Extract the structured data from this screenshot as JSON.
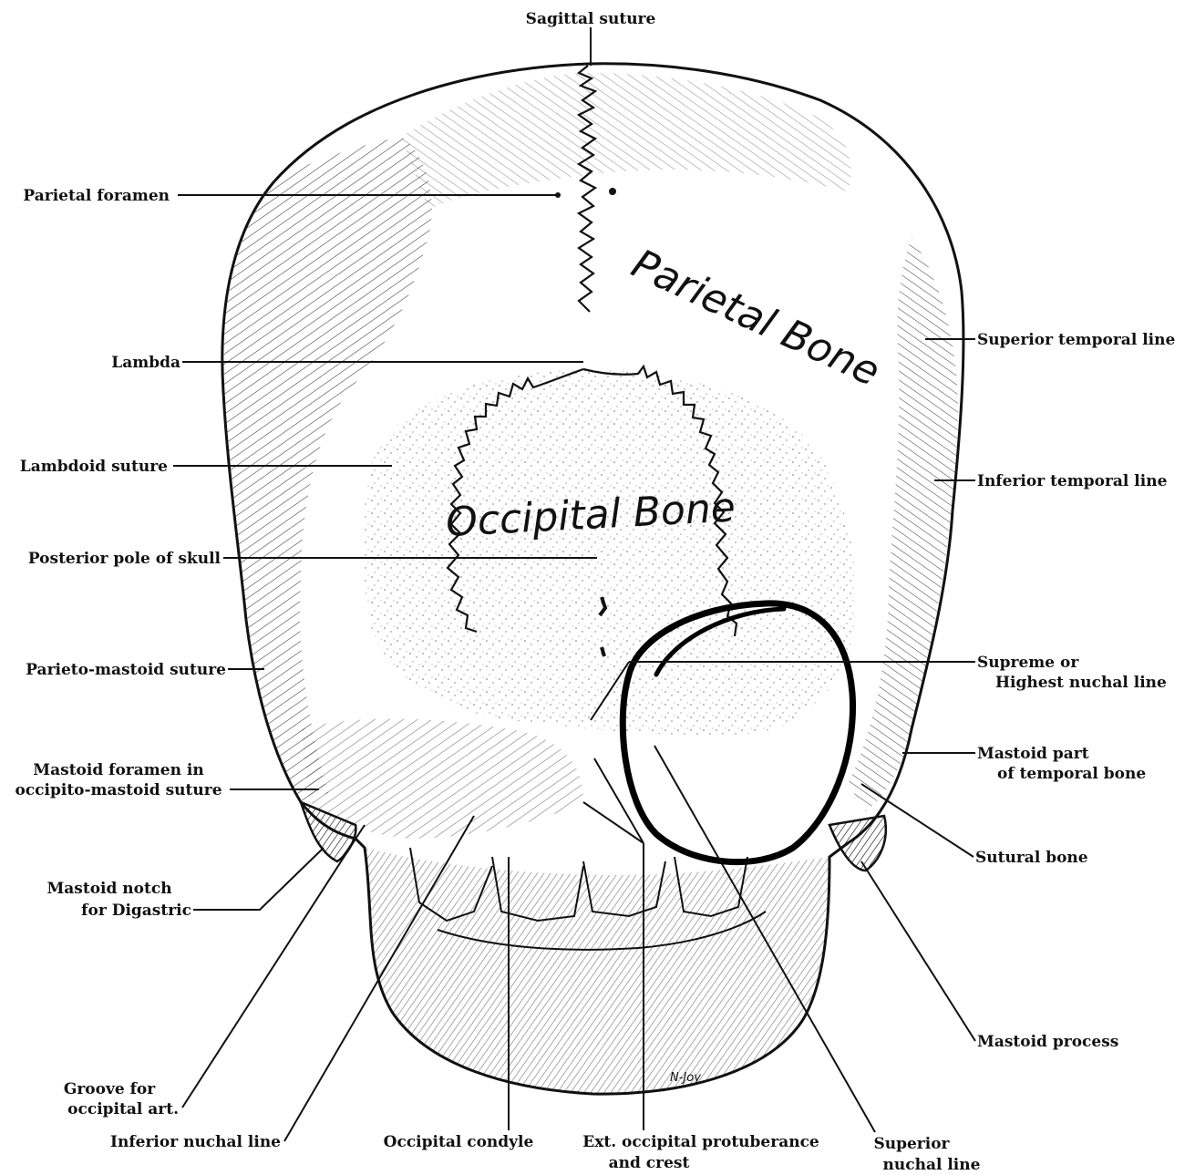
{
  "bone_labels": {
    "parietal": "Parietal Bone",
    "occipital": "Occipital Bone"
  },
  "signature": "N-Joy",
  "labels": {
    "sagittal_suture": "Sagittal suture",
    "parietal_foramen": "Parietal foramen",
    "lambda": "Lambda",
    "lambdoid_suture": "Lambdoid suture",
    "posterior_pole": "Posterior pole of skull",
    "parieto_mastoid_suture": "Parieto-mastoid suture",
    "mastoid_foramen_1": "Mastoid foramen in",
    "mastoid_foramen_2": "occipito-mastoid suture",
    "mastoid_notch_1": "Mastoid notch",
    "mastoid_notch_2": "for Digastric",
    "groove_1": "Groove for",
    "groove_2": "occipital art.",
    "inferior_nuchal": "Inferior nuchal line",
    "occipital_condyle": "Occipital condyle",
    "ext_occ_1": "Ext. occipital protuberance",
    "ext_occ_2": "and crest",
    "superior_nuchal_1": "Superior",
    "superior_nuchal_2": "nuchal line",
    "mastoid_process": "Mastoid process",
    "sutural_bone": "Sutural bone",
    "mastoid_part_1": "Mastoid part",
    "mastoid_part_2": "of temporal bone",
    "supreme_1": "Supreme or",
    "supreme_2": "Highest nuchal line",
    "inferior_temporal": "Inferior temporal line",
    "superior_temporal": "Superior temporal line"
  }
}
